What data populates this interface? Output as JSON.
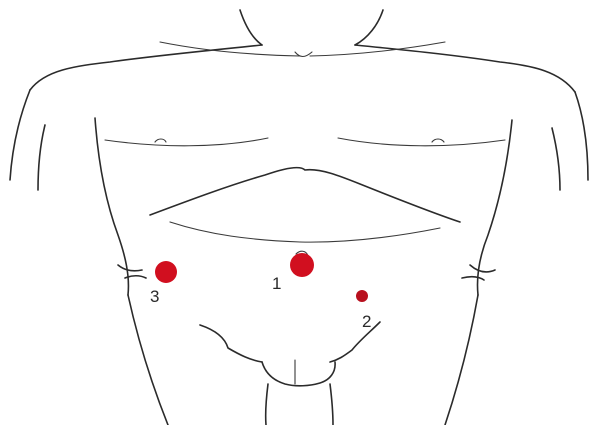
{
  "diagram": {
    "ports": [
      {
        "id": "port-1",
        "label": "1",
        "color": "#d10f1f",
        "size": "large"
      },
      {
        "id": "port-2",
        "label": "2",
        "color": "#b8101e",
        "size": "small"
      },
      {
        "id": "port-3",
        "label": "3",
        "color": "#d10f1f",
        "size": "large"
      }
    ]
  }
}
